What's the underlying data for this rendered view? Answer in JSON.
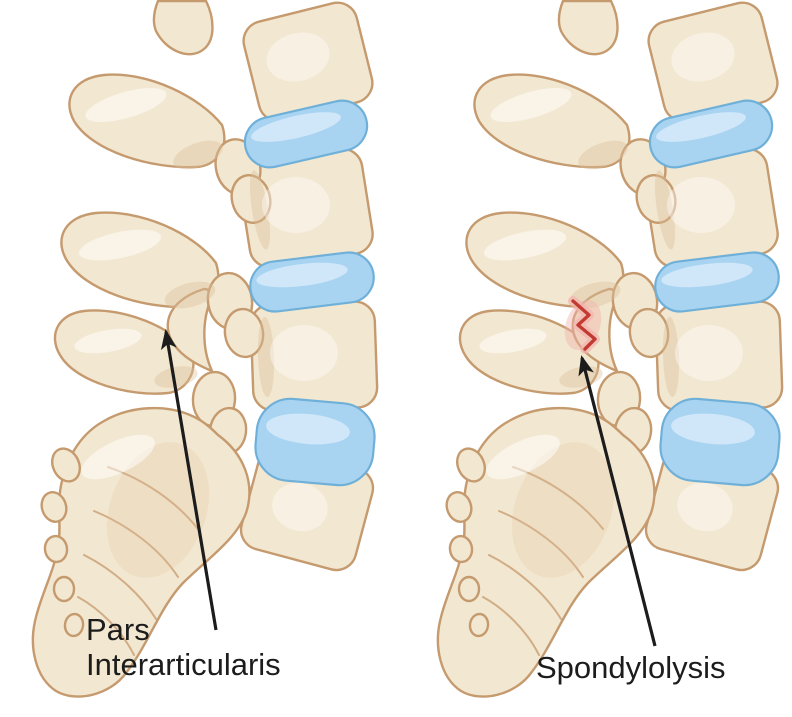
{
  "figure": {
    "type": "medical-illustration",
    "background_color": "#ffffff",
    "colors": {
      "bone": "#f2e7d0",
      "bone_light": "#faf4e6",
      "bone_outline": "#c59a6e",
      "bone_shadow": "#ddc09a",
      "disc": "#a9d4f1",
      "disc_light": "#d6eafa",
      "disc_outline": "#6fb0d9",
      "fracture_red": "#c23b33",
      "fracture_halo": "#f2b4ae",
      "arrow": "#1c1c1c",
      "text": "#1c1c1c"
    },
    "panels": {
      "left": {
        "name": "normal-lumbar-spine"
      },
      "right": {
        "name": "spine-with-spondylolysis"
      }
    },
    "annotations": {
      "pars": {
        "line1": "Pars",
        "line2": "Interarticularis"
      },
      "spondylolysis": {
        "line1": "Spondylolysis"
      }
    }
  }
}
